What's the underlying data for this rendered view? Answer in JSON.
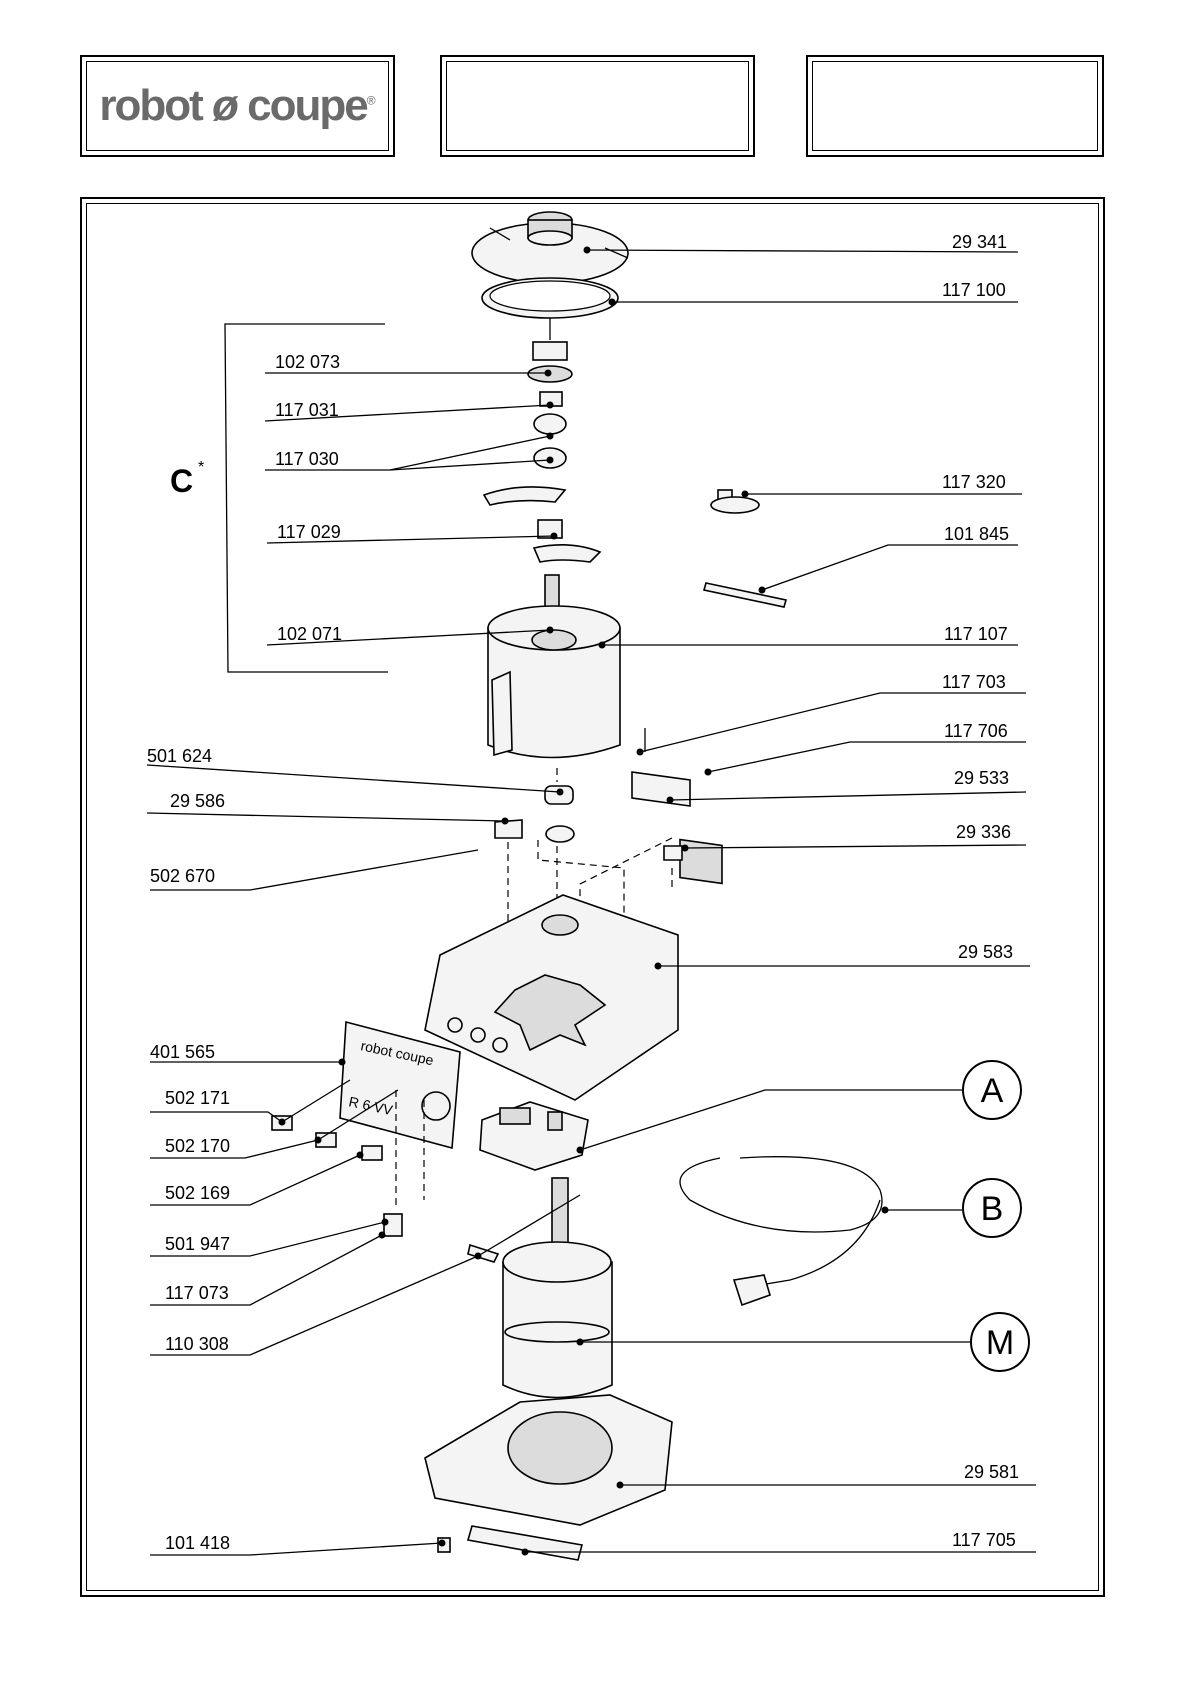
{
  "header": {
    "brand_left": "robot",
    "brand_right": "coupe",
    "brand_mark": "®"
  },
  "assembly_group_label": "C",
  "assembly_group_sup": "*",
  "circled_labels": [
    "A",
    "B",
    "M"
  ],
  "part_numbers": {
    "p29341": "29 341",
    "p117100": "117 100",
    "p102073": "102 073",
    "p117031": "117 031",
    "p117030": "117 030",
    "p117320": "117 320",
    "p117029": "117 029",
    "p101845": "101 845",
    "p102071": "102 071",
    "p117107": "117 107",
    "p117703": "117 703",
    "p501624": "501 624",
    "p117706": "117 706",
    "p29533": "29 533",
    "p29586": "29 586",
    "p29336": "29 336",
    "p502670": "502 670",
    "p29583": "29 583",
    "p401565": "401 565",
    "p502171": "502 171",
    "p502170": "502 170",
    "p502169": "502 169",
    "p501947": "501 947",
    "p117073": "117 073",
    "p110308": "110 308",
    "p29581": "29 581",
    "p101418": "101 418",
    "p117705": "117 705"
  },
  "panel_markings": {
    "logo": "robot coupe",
    "switches": "R 6 VV"
  }
}
